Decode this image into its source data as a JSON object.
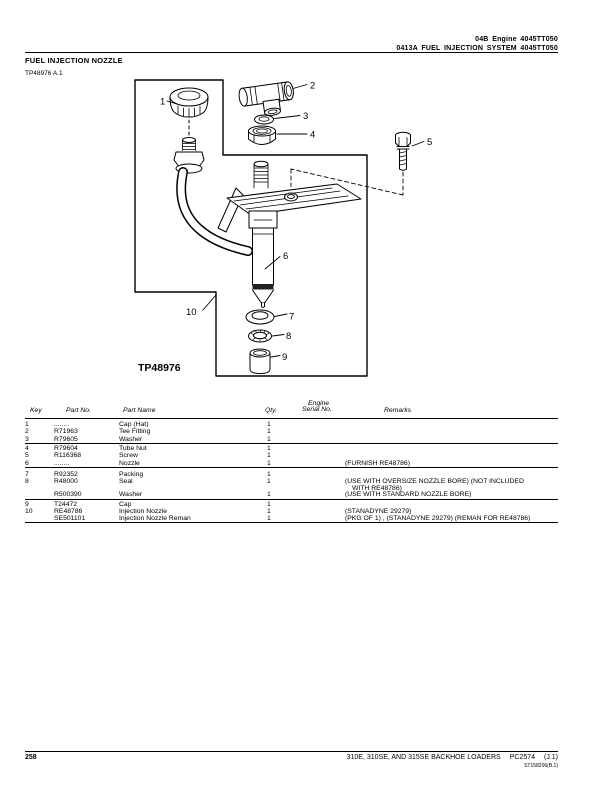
{
  "header": {
    "line1": "04B Engine 4045TT050",
    "line2": "0413A FUEL INJECTION SYSTEM 4045TT050"
  },
  "title": "FUEL INJECTION NOZZLE",
  "figure_ref": "TP48976 A.1",
  "diagram": {
    "figure_id": "TP48976",
    "callouts": [
      "1",
      "2",
      "3",
      "4",
      "5",
      "6",
      "7",
      "8",
      "9",
      "10"
    ]
  },
  "table": {
    "headers": {
      "key": "Key",
      "part_no": "Part No.",
      "part_name": "Part Name",
      "qty": "Qty.",
      "engine_line1": "Engine",
      "engine_line2": "Serial No.",
      "remarks": "Remarks"
    },
    "rows": [
      {
        "key": "1",
        "part_no": "........",
        "part_name": "Cap (Hat)",
        "qty": "1",
        "remarks": ""
      },
      {
        "key": "2",
        "part_no": "R71963",
        "part_name": "Tee Fitting",
        "qty": "1",
        "remarks": ""
      },
      {
        "key": "3",
        "part_no": "R79605",
        "part_name": "Washer",
        "qty": "1",
        "remarks": ""
      },
      {
        "key": "4",
        "part_no": "R79604",
        "part_name": "Tube Nut",
        "qty": "1",
        "remarks": ""
      },
      {
        "key": "5",
        "part_no": "R116368",
        "part_name": "Screw",
        "qty": "1",
        "remarks": ""
      },
      {
        "key": "6",
        "part_no": "........",
        "part_name": "Nozzle",
        "qty": "1",
        "remarks": "(FURNISH RE48786)"
      },
      {
        "key": "7",
        "part_no": "R92352",
        "part_name": "Packing",
        "qty": "1",
        "remarks": ""
      },
      {
        "key": "8",
        "part_no": "R48000",
        "part_name": "Seal",
        "qty": "1",
        "remarks": "(USE WITH OVERSIZE NOZZLE BORE) (NOT INCLUDED"
      },
      {
        "key": "",
        "part_no": "",
        "part_name": "",
        "qty": "",
        "remarks": "WITH RE48786)"
      },
      {
        "key": "",
        "part_no": "R500390",
        "part_name": "Washer",
        "qty": "1",
        "remarks": "(USE WITH STANDARD NOZZLE BORE)"
      },
      {
        "key": "9",
        "part_no": "T24472",
        "part_name": "Cap",
        "qty": "1",
        "remarks": ""
      },
      {
        "key": "10",
        "part_no": "RE48786",
        "part_name": "Injection Nozzle",
        "qty": "1",
        "remarks": "(STANADYNE 29279)"
      },
      {
        "key": "",
        "part_no": "SE501101",
        "part_name": "Injection Nozzle Reman",
        "qty": "1",
        "remarks": "(PKG OF 1) , (STANADYNE 29279) (REMAN FOR RE48786)"
      }
    ]
  },
  "footer": {
    "page_number": "258",
    "model_text": "310E, 310SE, AND 315SE BACKHOE LOADERS",
    "catalog_code": "PC2574",
    "revision": "(J.1)",
    "ref_code": "ST158206(B.1)"
  }
}
